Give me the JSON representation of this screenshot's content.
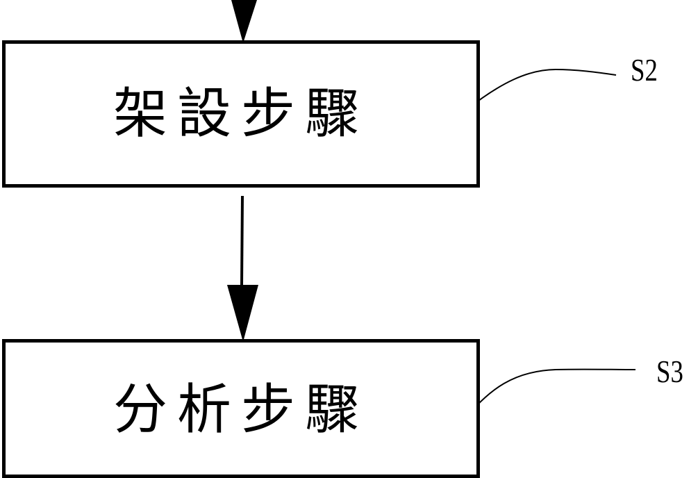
{
  "diagram": {
    "steps": [
      {
        "id": "S2",
        "label": "架設步驟",
        "ref": "S2"
      },
      {
        "id": "S3",
        "label": "分析步驟",
        "ref": "S3"
      }
    ],
    "edges": [
      {
        "from": "previous",
        "to": "S2"
      },
      {
        "from": "S2",
        "to": "S3"
      }
    ],
    "colors": {
      "stroke": "#000000",
      "background": "#ffffff"
    }
  }
}
